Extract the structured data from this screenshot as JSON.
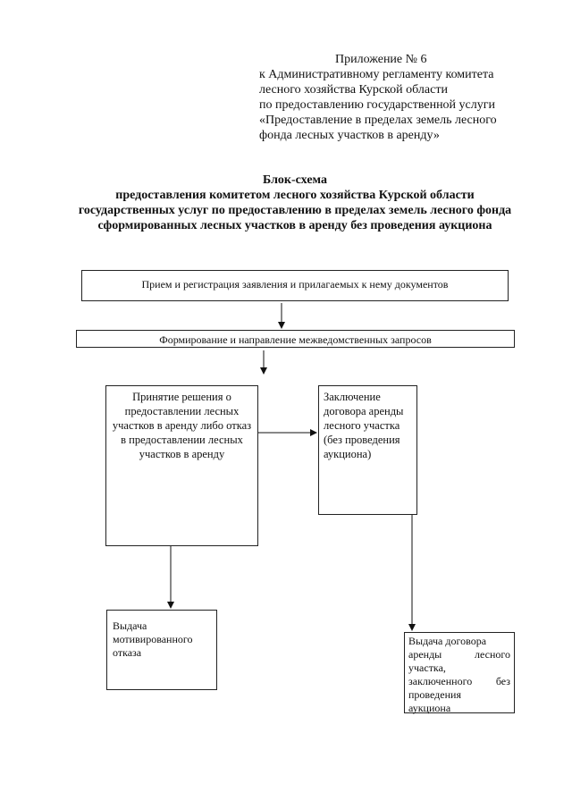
{
  "appendix": {
    "lines": [
      "Приложение № 6",
      " к Административному регламенту комитета",
      "лесного хозяйства Курской области",
      " по предоставлению государственной услуги",
      "«Предоставление в пределах земель лесного",
      "фонда лесных участков в аренду»"
    ]
  },
  "heading": {
    "title": "Блок-схема",
    "subtitle": "предоставления комитетом лесного хозяйства Курской области государственных услуг по предоставлению в пределах земель лесного фонда сформированных лесных участков в аренду без проведения аукциона"
  },
  "flow": {
    "reception": "Прием  и регистрация заявления и прилагаемых к нему документов",
    "requests": "Формирование и направление межведомственных запросов",
    "decision": "Принятие решения о предоставлении лесных участков в аренду либо отказ в предоставлении лесных участков в аренду",
    "contract": "Заключение договора аренды лесного участка (без проведения аукциона)",
    "refusal": "Выдача мотивированного отказа",
    "issue_contract": {
      "line1": "Выдача договора",
      "line2_a": "аренды",
      "line2_b": "лесного",
      "line3": "участка,",
      "line4_a": "заключенного",
      "line4_b": "без",
      "line5": "проведения",
      "line6": "аукциона"
    }
  }
}
